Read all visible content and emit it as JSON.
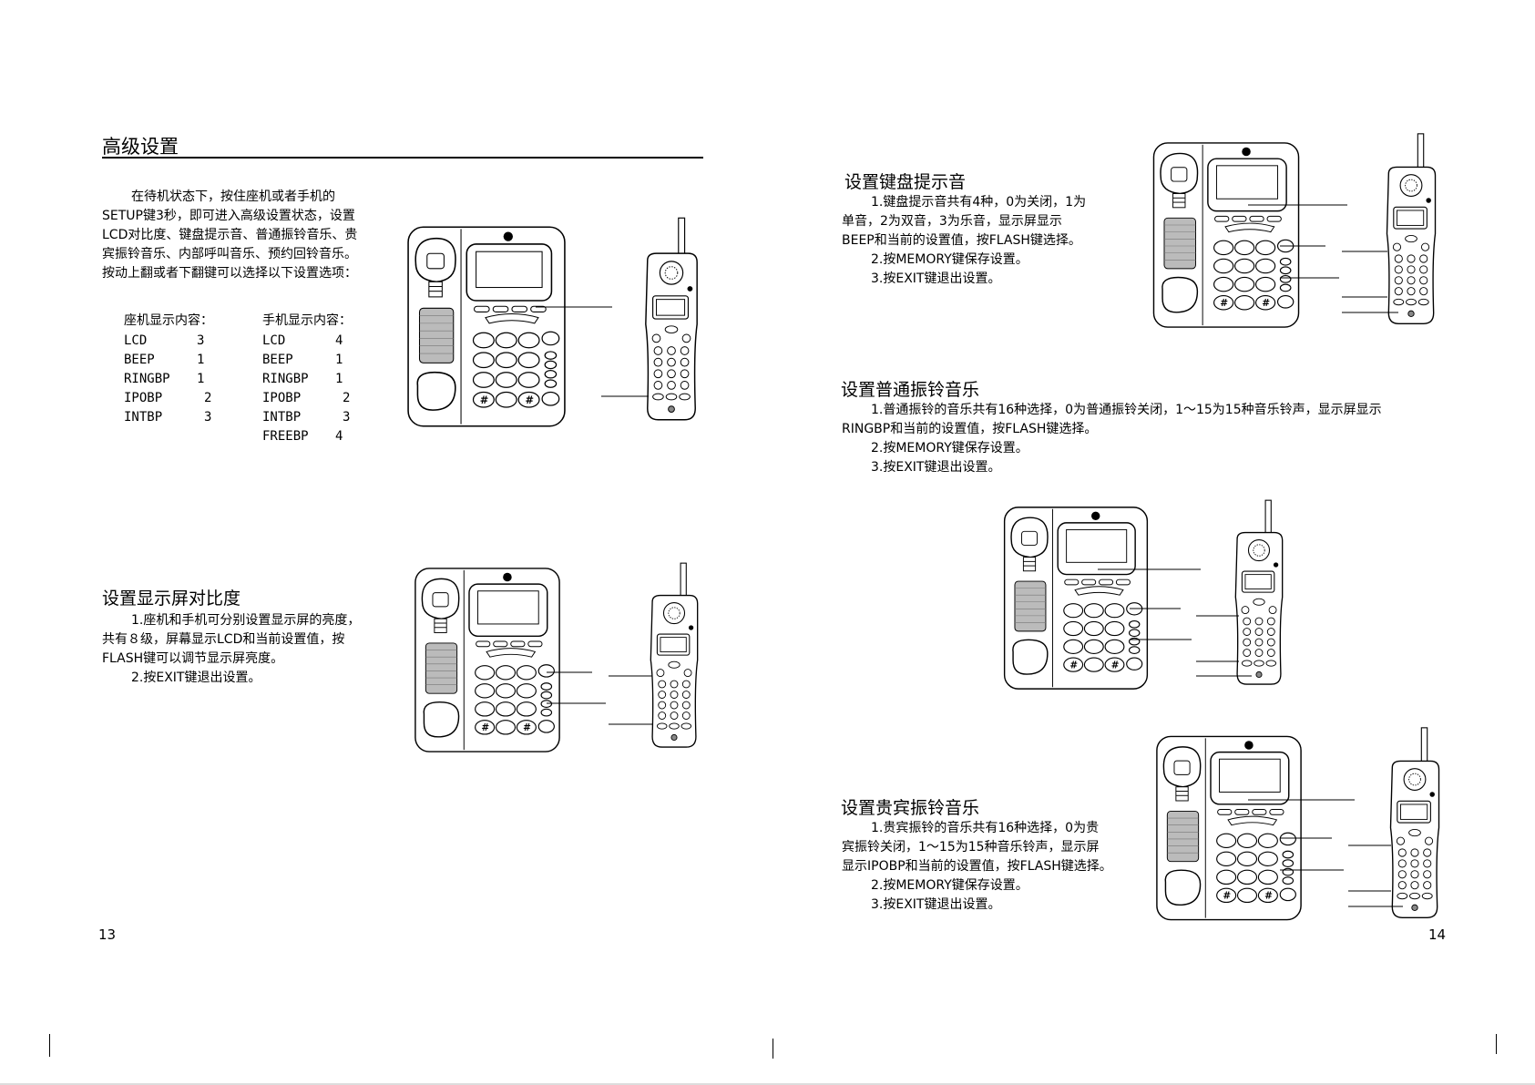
{
  "page_left": {
    "title": "高级设置",
    "intro": [
      "在待机状态下，按住座机或者手机的",
      "SETUP键3秒，即可进入高级设置状态，设置",
      "LCD对比度、键盘提示音、普通振铃音乐、贵",
      "宾振铃音乐、内部呼叫音乐、预约回铃音乐。",
      "按动上翻或者下翻键可以选择以下设置选项："
    ],
    "base_table": {
      "heading": "座机显示内容：",
      "rows": [
        {
          "name": "LCD",
          "value": "3"
        },
        {
          "name": "BEEP",
          "value": "1"
        },
        {
          "name": "RINGBP",
          "value": "1"
        },
        {
          "name": "IPOBP",
          "value": "2"
        },
        {
          "name": "INTBP",
          "value": "3"
        }
      ]
    },
    "handset_table": {
      "heading": "手机显示内容：",
      "rows": [
        {
          "name": "LCD",
          "value": "4"
        },
        {
          "name": "BEEP",
          "value": "1"
        },
        {
          "name": "RINGBP",
          "value": "1"
        },
        {
          "name": "IPOBP",
          "value": "2"
        },
        {
          "name": "INTBP",
          "value": "3"
        },
        {
          "name": "FREEBP",
          "value": "4"
        }
      ]
    },
    "contrast": {
      "title": "设置显示屏对比度",
      "lines": [
        "1.座机和手机可分别设置显示屏的亮度，",
        "共有８级，屏幕显示LCD和当前设置值，按",
        "FLASH键可以调节显示屏亮度。",
        "2.按EXIT键退出设置。"
      ]
    },
    "page_number": "13"
  },
  "page_right": {
    "keytone": {
      "title": "设置键盘提示音",
      "lines": [
        "1.键盘提示音共有4种，0为关闭，1为",
        "单音，2为双音，3为乐音，显示屏显示",
        "BEEP和当前的设置值，按FLASH键选择。",
        "2.按MEMORY键保存设置。",
        "3.按EXIT键退出设置。"
      ]
    },
    "normal_ring": {
      "title": "设置普通振铃音乐",
      "lines": [
        "1.普通振铃的音乐共有16种选择，0为普通振铃关闭，1～15为15种音乐铃声，显示屏显示",
        "RINGBP和当前的设置值，按FLASH键选择。",
        "2.按MEMORY键保存设置。",
        "3.按EXIT键退出设置。"
      ]
    },
    "vip_ring": {
      "title": "设置贵宾振铃音乐",
      "lines": [
        "1.贵宾振铃的音乐共有16种选择，0为贵",
        "宾振铃关闭，1～15为15种音乐铃声，显示屏",
        "显示IPOBP和当前的设置值，按FLASH键选择。",
        "2.按MEMORY键保存设置。",
        "3.按EXIT键退出设置。"
      ]
    },
    "page_number": "14"
  }
}
